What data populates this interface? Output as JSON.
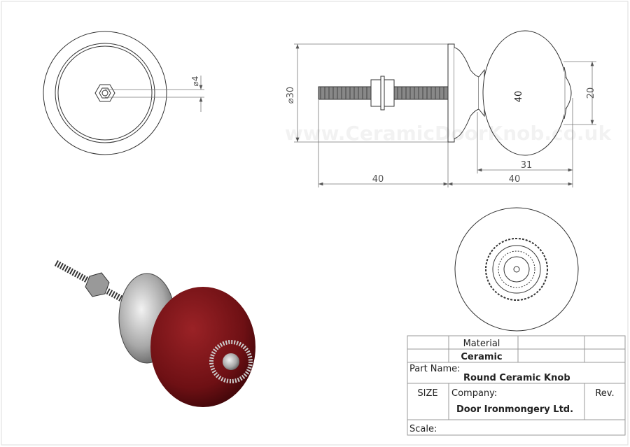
{
  "watermark": "www.CeramicDoorKnob.co.uk",
  "dimensions": {
    "hole_diameter": "4",
    "rose_diameter": "30",
    "knob_height": "40",
    "button_diameter": "20",
    "knob_depth": "31",
    "bolt_length": "40",
    "overall_length": "40",
    "diameter_symbol": "⌀"
  },
  "title_block": {
    "material_label": "Material",
    "material_value": "Ceramic",
    "part_name_label": "Part Name:",
    "part_name_value": "Round Ceramic Knob",
    "size_label": "SIZE",
    "company_label": "Company:",
    "company_value": "Door Ironmongery Ltd.",
    "rev_label": "Rev.",
    "scale_label": "Scale:"
  },
  "colors": {
    "knob": "#7a1418",
    "metal": "#b9b9b9",
    "line": "#333333",
    "dim": "#777777"
  }
}
